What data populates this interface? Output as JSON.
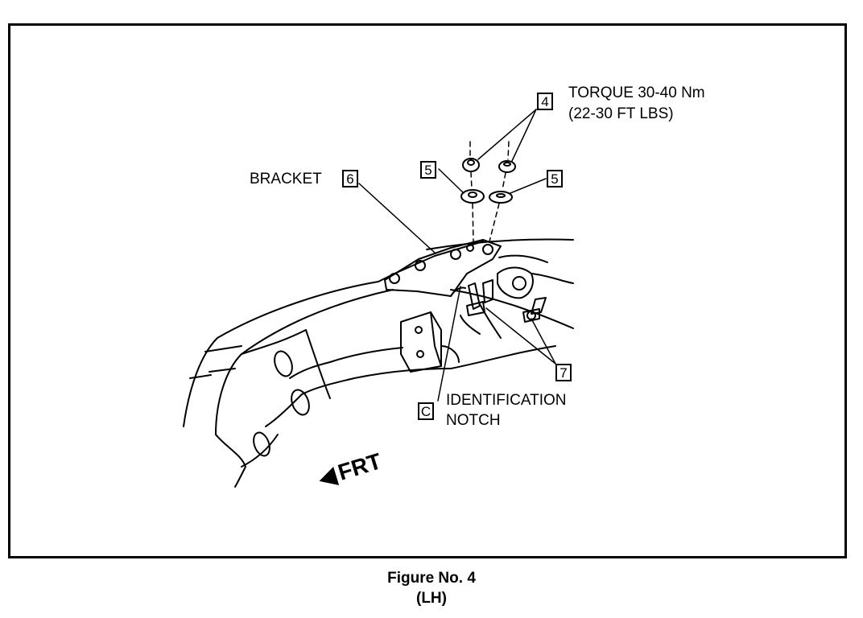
{
  "callouts": {
    "torque_line1": "TORQUE 30-40 Nm",
    "torque_line2": "(22-30 FT LBS)",
    "bracket": "BRACKET",
    "identification_line1": "IDENTIFICATION",
    "identification_line2": "NOTCH",
    "front": "FRT"
  },
  "ref_boxes": {
    "nut": "4",
    "washer_left": "5",
    "washer_right": "5",
    "bracket": "6",
    "bolt": "7",
    "notch": "C"
  },
  "caption": {
    "line1": "Figure No. 4",
    "line2": "(LH)"
  }
}
